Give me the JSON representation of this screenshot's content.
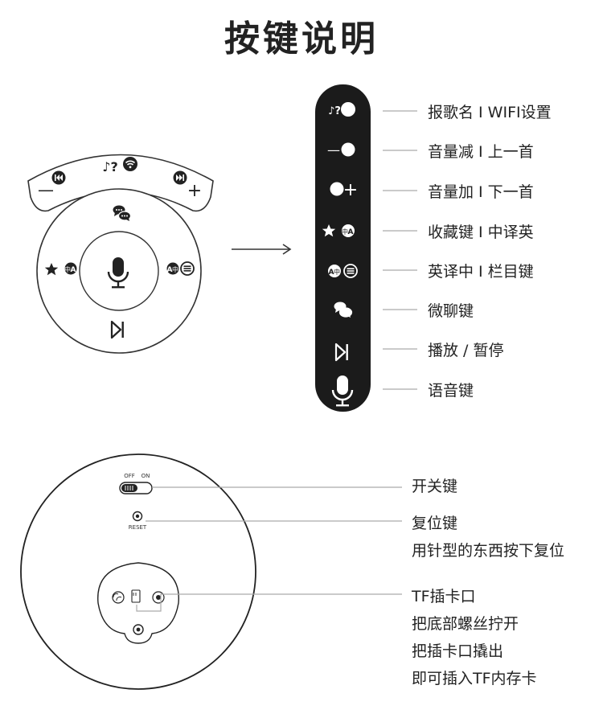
{
  "title": "按键说明",
  "strip_labels": [
    "报歌名 I WIFI设置",
    "音量减 I 上一首",
    "音量加 I 下一首",
    "收藏键 I 中译英",
    "英译中 I 栏目键",
    "微聊键",
    "播放 / 暂停",
    "语音键"
  ],
  "icon_glyphs": {
    "minus": "—",
    "plus": "+",
    "question_note": "♪?",
    "zh": "中",
    "letter_a": "A"
  },
  "bottom_panel": {
    "switch_off": "OFF",
    "switch_on": "ON",
    "reset_text": "RESET",
    "labels": {
      "power": "开关键",
      "reset_1": "复位键",
      "reset_2": "用针型的东西按下复位",
      "tf_1": "TF插卡口",
      "tf_2": "把底部螺丝拧开",
      "tf_3": "把插卡口撬出",
      "tf_4": "即可插入TF内存卡"
    }
  },
  "colors": {
    "strip_bg": "#1b1b1b",
    "line": "#333333",
    "leader": "#aaaaaa",
    "text": "#222222"
  }
}
